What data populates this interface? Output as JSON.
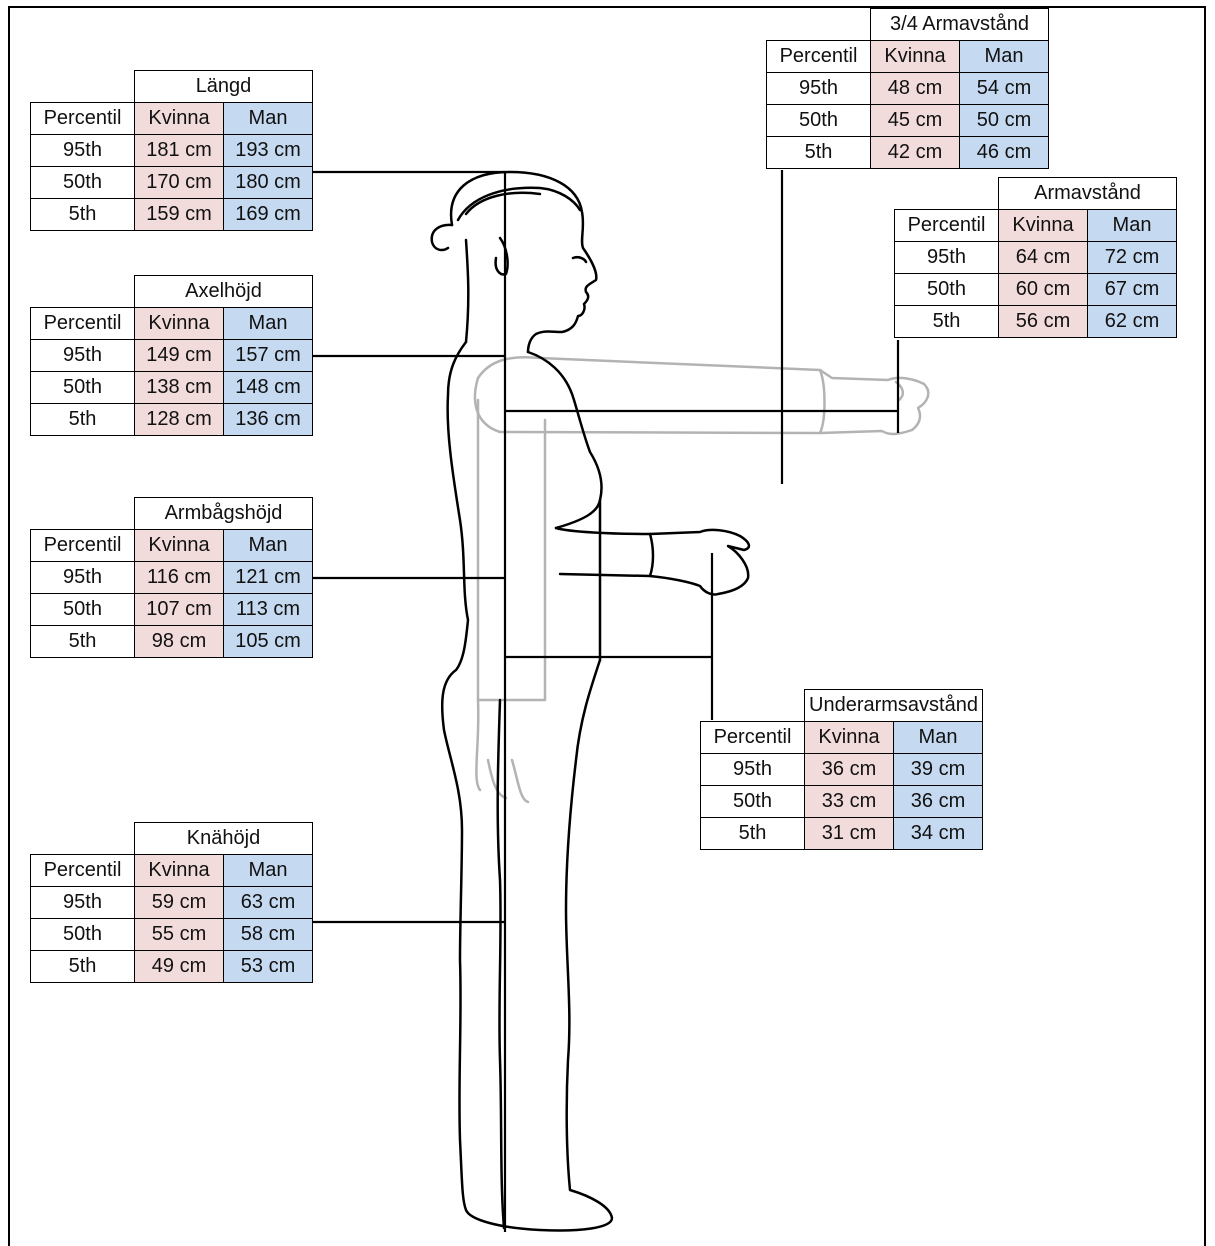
{
  "colors": {
    "kvinna": "#f2dcdb",
    "man": "#c5d9f1",
    "line": "#000000",
    "ghost_arm": "#b3b3b3"
  },
  "tables": {
    "langd": {
      "title": "Längd",
      "header": [
        "Percentil",
        "Kvinna",
        "Man"
      ],
      "rows": [
        [
          "95th",
          "181 cm",
          "193 cm"
        ],
        [
          "50th",
          "170 cm",
          "180 cm"
        ],
        [
          "5th",
          "159 cm",
          "169 cm"
        ]
      ]
    },
    "axelhojd": {
      "title": "Axelhöjd",
      "header": [
        "Percentil",
        "Kvinna",
        "Man"
      ],
      "rows": [
        [
          "95th",
          "149 cm",
          "157 cm"
        ],
        [
          "50th",
          "138 cm",
          "148 cm"
        ],
        [
          "5th",
          "128 cm",
          "136 cm"
        ]
      ]
    },
    "armbagshojd": {
      "title": "Armbågshöjd",
      "header": [
        "Percentil",
        "Kvinna",
        "Man"
      ],
      "rows": [
        [
          "95th",
          "116 cm",
          "121 cm"
        ],
        [
          "50th",
          "107 cm",
          "113 cm"
        ],
        [
          "5th",
          "98 cm",
          "105 cm"
        ]
      ]
    },
    "knahojd": {
      "title": "Knähöjd",
      "header": [
        "Percentil",
        "Kvinna",
        "Man"
      ],
      "rows": [
        [
          "95th",
          "59 cm",
          "63 cm"
        ],
        [
          "50th",
          "55 cm",
          "58 cm"
        ],
        [
          "5th",
          "49 cm",
          "53 cm"
        ]
      ]
    },
    "tre_fjardedels_armavstand": {
      "title": "3/4 Armavstånd",
      "header": [
        "Percentil",
        "Kvinna",
        "Man"
      ],
      "rows": [
        [
          "95th",
          "48 cm",
          "54 cm"
        ],
        [
          "50th",
          "45 cm",
          "50 cm"
        ],
        [
          "5th",
          "42 cm",
          "46 cm"
        ]
      ]
    },
    "armavstand": {
      "title": "Armavstånd",
      "header": [
        "Percentil",
        "Kvinna",
        "Man"
      ],
      "rows": [
        [
          "95th",
          "64 cm",
          "72 cm"
        ],
        [
          "50th",
          "60 cm",
          "67 cm"
        ],
        [
          "5th",
          "56 cm",
          "62 cm"
        ]
      ]
    },
    "underarmsavstand": {
      "title": "Underarmsavstånd",
      "header": [
        "Percentil",
        "Kvinna",
        "Man"
      ],
      "rows": [
        [
          "95th",
          "36 cm",
          "39 cm"
        ],
        [
          "50th",
          "33 cm",
          "36 cm"
        ],
        [
          "5th",
          "31 cm",
          "34 cm"
        ]
      ]
    }
  }
}
